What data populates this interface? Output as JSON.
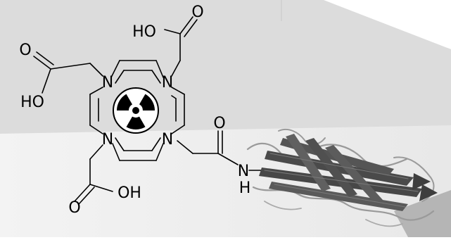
{
  "atoms": {
    "n1": "N",
    "n2": "N",
    "n3": "N",
    "n4": "N",
    "ho_top": "HO",
    "o_top": "O",
    "o_left": "O",
    "ho_left": "HO",
    "o_bottom": "O",
    "oh_bottom": "OH",
    "o_amide": "O",
    "n_amide": "N",
    "h_amide": "H"
  },
  "icons": {
    "center_symbol": "radiation-icon",
    "protein": "protein-ribbon-icon"
  },
  "colors": {
    "background_top": "#dcdcdc",
    "background_bottom": "#efefef",
    "bond": "#000000",
    "protein_dark": "#4a4a4a",
    "protein_light": "#9a9a9a"
  }
}
